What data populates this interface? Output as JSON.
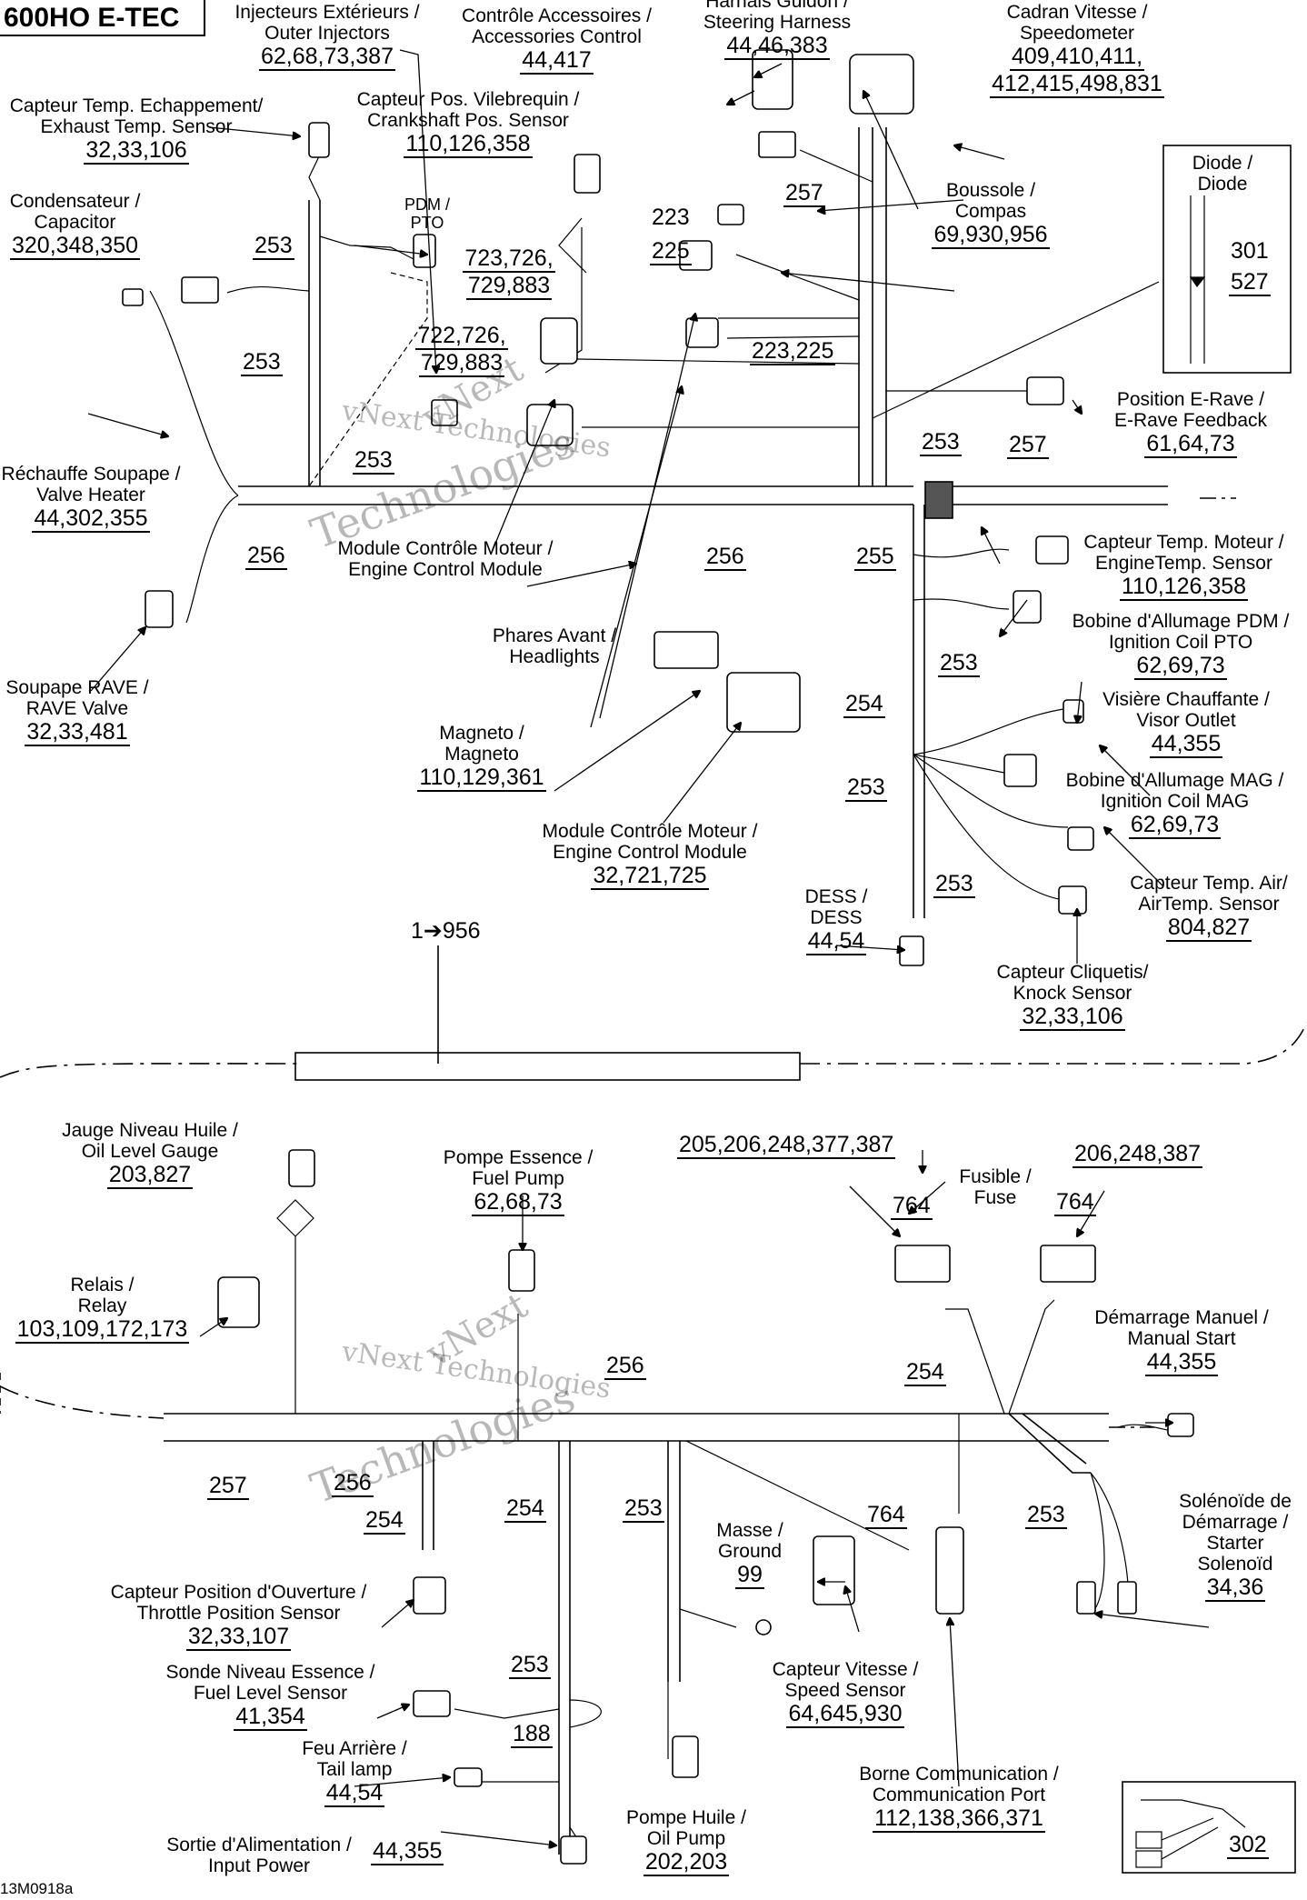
{
  "title": "600HO E-TEC",
  "figure_code": "13M0918a",
  "watermark": [
    "vNext",
    "Technologies",
    "vNext Technologies"
  ],
  "separator_label": "1➔956",
  "components": {
    "outer_injectors": {
      "fr": "Injecteurs Extérieurs /",
      "en": "Outer Injectors",
      "parts": "62,68,73,387"
    },
    "accessories_control": {
      "fr": "Contrôle Accessoires /",
      "en": "Accessories Control",
      "parts": "44,417"
    },
    "steering_harness": {
      "fr": "Harnais Guidon /",
      "en": "Steering Harness",
      "parts": "44,46,383"
    },
    "speedometer": {
      "fr": "Cadran Vitesse /",
      "en": "Speedometer",
      "parts1": "409,410,411,",
      "parts2": "412,415,498,831"
    },
    "exhaust_temp": {
      "fr": "Capteur Temp. Echappement/",
      "en": "Exhaust Temp. Sensor",
      "parts": "32,33,106"
    },
    "crankshaft_pos": {
      "fr": "Capteur Pos. Vilebrequin /",
      "en": "Crankshaft Pos. Sensor",
      "parts": "110,126,358"
    },
    "pdm_pto": {
      "l1": "PDM /",
      "l2": "PTO"
    },
    "capacitor": {
      "fr": "Condensateur /",
      "en": "Capacitor",
      "parts": "320,348,350"
    },
    "compass": {
      "fr": "Boussole /",
      "en": "Compas",
      "parts": "69,930,956"
    },
    "diode": {
      "fr": "Diode /",
      "en": "Diode",
      "p1": "301",
      "p2": "527"
    },
    "ecm_a": {
      "p1": "723,726,",
      "p2": "729,883"
    },
    "ecm_b": {
      "p1": "722,726,",
      "p2": "729,883"
    },
    "erave": {
      "fr": "Position E-Rave /",
      "en": "E-Rave Feedback",
      "parts": "61,64,73"
    },
    "valve_heater": {
      "fr": "Réchauffe Soupape /",
      "en": "Valve Heater",
      "parts": "44,302,355"
    },
    "ecm_top": {
      "fr": "Module Contrôle Moteur /",
      "en": "Engine Control Module"
    },
    "engine_temp": {
      "fr": "Capteur Temp. Moteur /",
      "en": "EngineTemp. Sensor",
      "parts": "110,126,358"
    },
    "coil_pto": {
      "fr": "Bobine d'Allumage PDM /",
      "en": "Ignition Coil PTO",
      "parts": "62,69,73"
    },
    "headlights": {
      "fr": "Phares Avant /",
      "en": "Headlights"
    },
    "rave_valve": {
      "fr": "Soupape RAVE /",
      "en": "RAVE Valve",
      "parts": "32,33,481"
    },
    "visor_outlet": {
      "fr": "Visière Chauffante /",
      "en": "Visor Outlet",
      "parts": "44,355"
    },
    "magneto": {
      "fr": "Magneto /",
      "en": "Magneto",
      "parts": "110,129,361"
    },
    "coil_mag": {
      "fr": "Bobine d'Allumage MAG /",
      "en": "Ignition Coil MAG",
      "parts": "62,69,73"
    },
    "ecm_bottom": {
      "fr": "Module Contrôle Moteur /",
      "en": "Engine Control Module",
      "parts": "32,721,725"
    },
    "air_temp": {
      "fr": "Capteur Temp. Air/",
      "en": "AirTemp. Sensor",
      "parts": "804,827"
    },
    "dess": {
      "fr": "DESS /",
      "en": "DESS",
      "parts": "44,54"
    },
    "knock_sensor": {
      "fr": "Capteur Cliquetis/",
      "en": "Knock Sensor",
      "parts": "32,33,106"
    },
    "oil_level": {
      "fr": "Jauge Niveau Huile /",
      "en": "Oil Level Gauge",
      "parts": "203,827"
    },
    "fuel_pump": {
      "fr": "Pompe Essence /",
      "en": "Fuel Pump",
      "parts": "62,68,73"
    },
    "fuse": {
      "fr": "Fusible /",
      "en": "Fuse",
      "parts_a": "205,206,248,377,387",
      "parts_b": "206,248,387"
    },
    "relay": {
      "fr": "Relais /",
      "en": "Relay",
      "parts": "103,109,172,173"
    },
    "manual_start": {
      "fr": "Démarrage Manuel /",
      "en": "Manual Start",
      "parts": "44,355"
    },
    "starter_solenoid": {
      "fr1": "Solénoïde de",
      "fr2": "Démarrage /",
      "en1": "Starter",
      "en2": "Solenoïd",
      "parts": "34,36"
    },
    "ground": {
      "fr": "Masse /",
      "en": "Ground",
      "parts": "99"
    },
    "throttle_pos": {
      "fr": "Capteur Position d'Ouverture /",
      "en": "Throttle Position Sensor",
      "parts": "32,33,107"
    },
    "speed_sensor": {
      "fr": "Capteur Vitesse /",
      "en": "Speed Sensor",
      "parts": "64,645,930"
    },
    "fuel_level": {
      "fr": "Sonde Niveau Essence /",
      "en": "Fuel Level Sensor",
      "parts": "41,354"
    },
    "tail_lamp": {
      "fr": "Feu Arrière /",
      "en": "Tail lamp",
      "parts": "44,54"
    },
    "oil_pump": {
      "fr": "Pompe Huile /",
      "en": "Oil Pump",
      "parts": "202,203"
    },
    "comm_port": {
      "fr": "Borne Communication /",
      "en": "Communication Port",
      "parts": "112,138,366,371"
    },
    "input_power": {
      "fr": "Sortie d'Alimentation /",
      "en": "Input Power",
      "parts": "44,355"
    },
    "inset_part": "302"
  },
  "callouts": {
    "c253a": "253",
    "c253b": "253",
    "c253c": "253",
    "c256a": "256",
    "c256b": "256",
    "c257a": "257",
    "c223": "223",
    "c225": "225",
    "c223_225": "223,225",
    "c253d": "253",
    "c257b": "257",
    "c255": "255",
    "c253e": "253",
    "c254a": "254",
    "c253f": "253",
    "c253g": "253",
    "c764a": "764",
    "c764b": "764",
    "c256c": "256",
    "c254b": "254",
    "c257c": "257",
    "c256d": "256",
    "c254c": "254",
    "c254d": "254",
    "c253h": "253",
    "c764c": "764",
    "c253i": "253",
    "c253j": "253",
    "c188": "188"
  }
}
